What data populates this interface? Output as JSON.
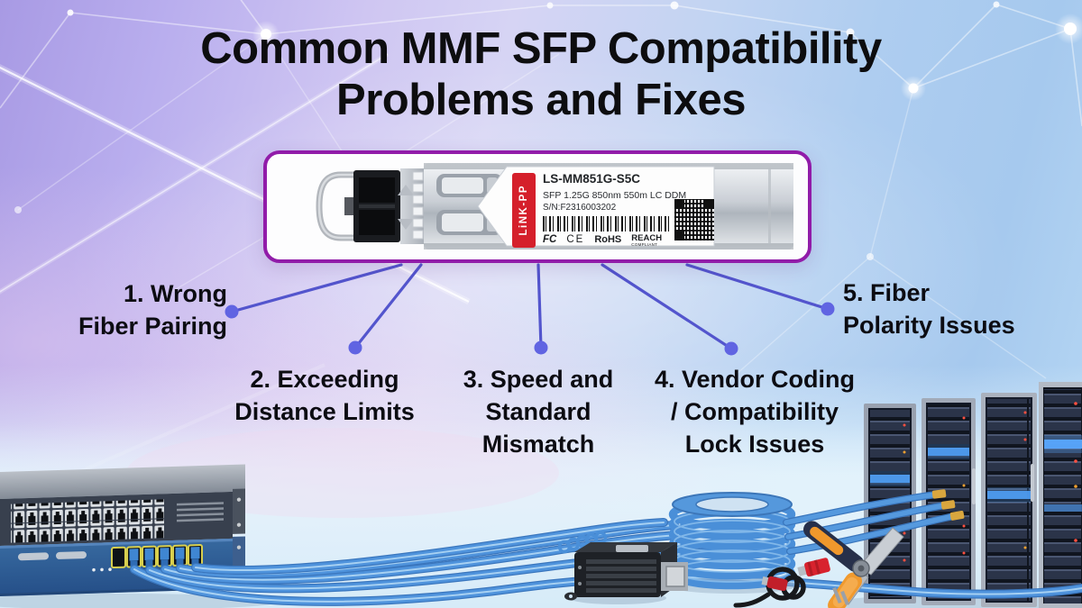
{
  "title": {
    "line1": "Common MMF SFP Compatibility",
    "line2": "Problems and Fixes"
  },
  "sfp_module": {
    "brand": "LiNK-PP",
    "model": "LS-MM851G-S5C",
    "spec": "SFP 1.25G 850nm 550m LC DDM",
    "serial": "S/N:F2316003202",
    "certifications": {
      "fcc": "FC",
      "ce": "CE",
      "rohs": "RoHS",
      "reach": "REACH",
      "reach_sub": "COMPLIANT"
    }
  },
  "problems": [
    {
      "label": "1. Wrong\nFiber Pairing"
    },
    {
      "label": "2. Exceeding\nDistance Limits"
    },
    {
      "label": "3. Speed and\nStandard\nMismatch"
    },
    {
      "label": "4. Vendor Coding\n/ Compatibility\nLock Issues"
    },
    {
      "label": "5. Fiber\nPolarity Issues"
    }
  ],
  "colors": {
    "card_border": "#911ca9",
    "connector_line": "#5355cd",
    "connector_dot": "#6064e2",
    "brand_red": "#d51f2b",
    "cable_blue": "#4a8fd8"
  }
}
